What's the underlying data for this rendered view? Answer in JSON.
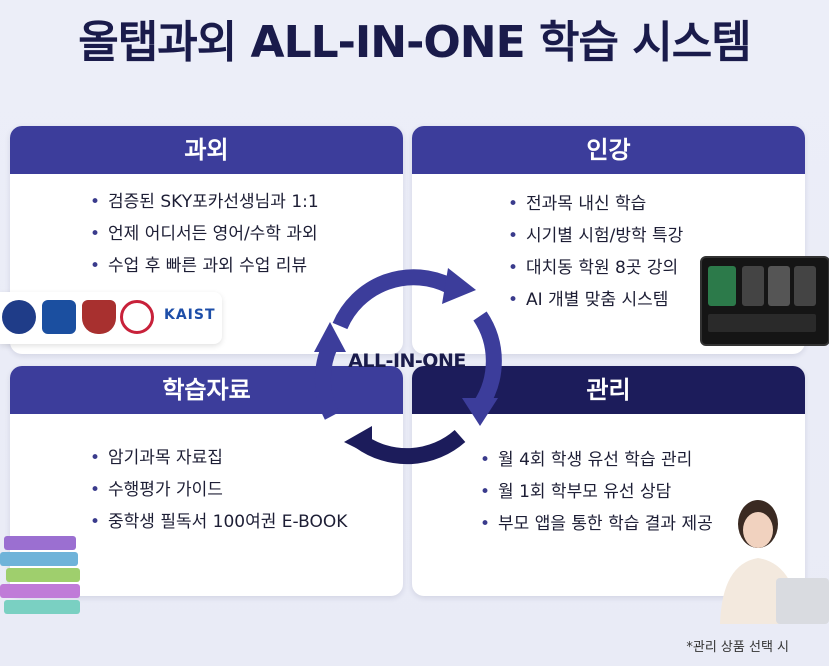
{
  "title": "올탭과외 ALL-IN-ONE 학습 시스템",
  "center_label": "ALL-IN-ONE",
  "cards": {
    "tutor": {
      "header": "과외",
      "items": [
        "검증된 SKY포카선생님과 1:1",
        "언제 어디서든 영어/수학 과외",
        "수업 후 빠른 과외 수업 리뷰"
      ]
    },
    "lecture": {
      "header": "인강",
      "items": [
        "전과목 내신 학습",
        "시기별 시험/방학 특강",
        "대치동 학원 8곳 강의",
        "AI 개별 맞춤 시스템"
      ]
    },
    "materials": {
      "header": "학습자료",
      "items": [
        "암기과목 자료집",
        "수행평가 가이드",
        "중학생 필독서 100여권 E-BOOK"
      ]
    },
    "manage": {
      "header": "관리",
      "items": [
        "월 4회 학생 유선 학습 관리",
        "월 1회 학부모 유선 상담",
        "부모 앱을 통한 학습 결과 제공"
      ]
    }
  },
  "logos": {
    "kaist": "KAIST"
  },
  "footnote": "*관리 상품 선택 시",
  "colors": {
    "header": "#3c3d9b",
    "header_dark": "#1c1c5b",
    "title": "#1a1b4b"
  }
}
